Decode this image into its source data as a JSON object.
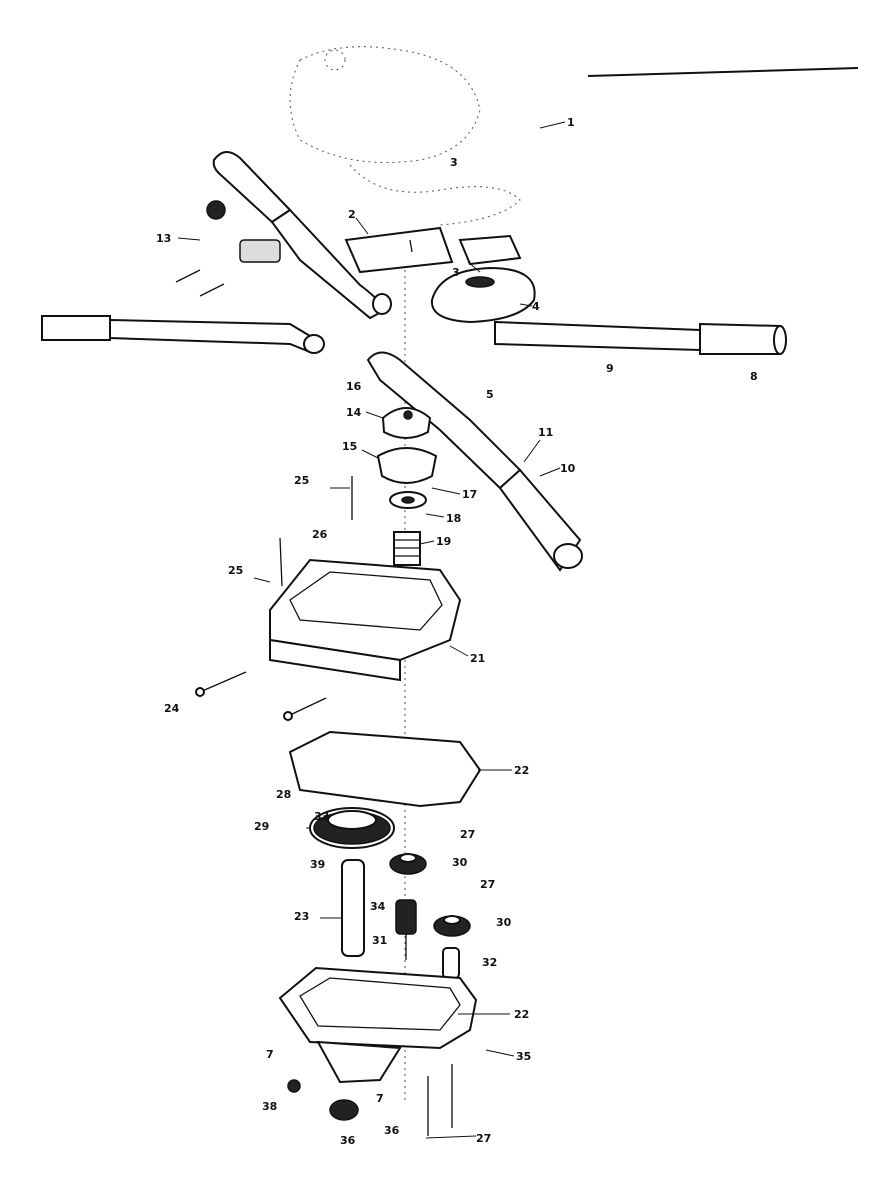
{
  "diagram": {
    "labels": [
      {
        "id": "l1",
        "text": "1"
      },
      {
        "id": "l2",
        "text": "2"
      },
      {
        "id": "l3a",
        "text": "3"
      },
      {
        "id": "l3b",
        "text": "3"
      },
      {
        "id": "l4",
        "text": "4"
      },
      {
        "id": "l5",
        "text": "5"
      },
      {
        "id": "l8",
        "text": "8"
      },
      {
        "id": "l9",
        "text": "9"
      },
      {
        "id": "l10",
        "text": "10"
      },
      {
        "id": "l11",
        "text": "11"
      },
      {
        "id": "l13",
        "text": "13"
      },
      {
        "id": "l14",
        "text": "14"
      },
      {
        "id": "l15",
        "text": "15"
      },
      {
        "id": "l16",
        "text": "16"
      },
      {
        "id": "l17",
        "text": "17"
      },
      {
        "id": "l18",
        "text": "18"
      },
      {
        "id": "l19",
        "text": "19"
      },
      {
        "id": "l21",
        "text": "21"
      },
      {
        "id": "l22a",
        "text": "22"
      },
      {
        "id": "l22b",
        "text": "22"
      },
      {
        "id": "l23",
        "text": "23"
      },
      {
        "id": "l24",
        "text": "24"
      },
      {
        "id": "l25a",
        "text": "25"
      },
      {
        "id": "l25b",
        "text": "25"
      },
      {
        "id": "l26",
        "text": "26"
      },
      {
        "id": "l27a",
        "text": "27"
      },
      {
        "id": "l27b",
        "text": "27"
      },
      {
        "id": "l27c",
        "text": "27"
      },
      {
        "id": "l28",
        "text": "28"
      },
      {
        "id": "l29",
        "text": "29"
      },
      {
        "id": "l30a",
        "text": "30"
      },
      {
        "id": "l30b",
        "text": "30"
      },
      {
        "id": "l31",
        "text": "31"
      },
      {
        "id": "l32",
        "text": "32"
      },
      {
        "id": "l33",
        "text": "33"
      },
      {
        "id": "l34",
        "text": "34"
      },
      {
        "id": "l35",
        "text": "35"
      },
      {
        "id": "l36",
        "text": "36"
      },
      {
        "id": "l7a",
        "text": "7"
      },
      {
        "id": "l7b",
        "text": "7"
      },
      {
        "id": "l36b",
        "text": "36"
      },
      {
        "id": "l38",
        "text": "38"
      },
      {
        "id": "l39",
        "text": "39"
      }
    ]
  }
}
